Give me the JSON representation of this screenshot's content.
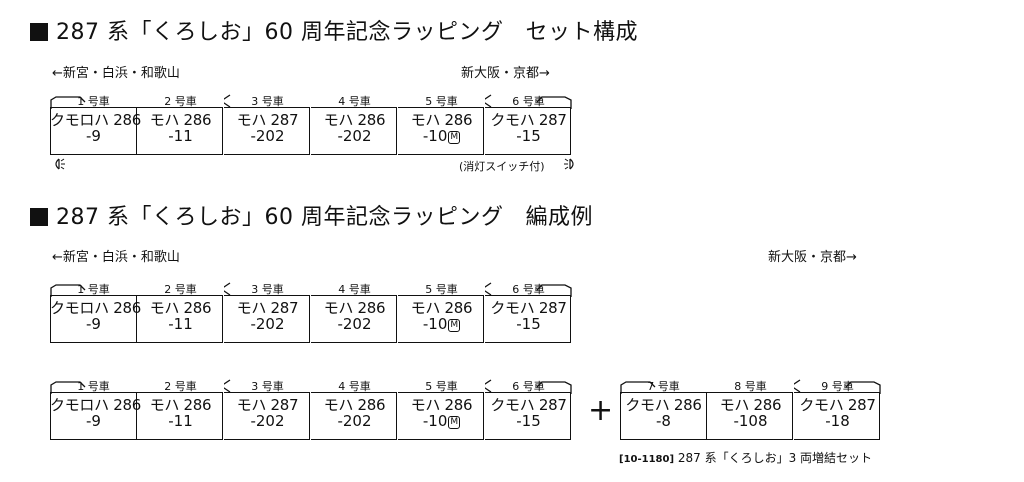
{
  "section1": {
    "title": "287 系「くろしお」60 周年記念ラッピング",
    "suffix": "セット構成",
    "dir_left": "←新宮・白浜・和歌山",
    "dir_right": "新大阪・京都→",
    "note": "(消灯スイッチ付)"
  },
  "section2": {
    "title": "287 系「くろしお」60 周年記念ラッピング",
    "suffix": "編成例",
    "dir_left": "←新宮・白浜・和歌山",
    "dir_right": "新大阪・京都→"
  },
  "train_main": [
    {
      "num": "1 号車",
      "model": "クモロハ 286",
      "sub": "-9",
      "motor": ""
    },
    {
      "num": "2 号車",
      "model": "モハ 286",
      "sub": "-11",
      "motor": ""
    },
    {
      "num": "3 号車",
      "model": "モハ 287",
      "sub": "-202",
      "motor": ""
    },
    {
      "num": "4 号車",
      "model": "モハ 286",
      "sub": "-202",
      "motor": ""
    },
    {
      "num": "5 号車",
      "model": "モハ 286",
      "sub": "-10",
      "motor": "M"
    },
    {
      "num": "6 号車",
      "model": "クモハ 287",
      "sub": "-15",
      "motor": ""
    }
  ],
  "train_add": [
    {
      "num": "7 号車",
      "model": "クモハ 286",
      "sub": "-8",
      "motor": ""
    },
    {
      "num": "8 号車",
      "model": "モハ 286",
      "sub": "-108",
      "motor": ""
    },
    {
      "num": "9 号車",
      "model": "クモハ 287",
      "sub": "-18",
      "motor": ""
    }
  ],
  "plus": "+",
  "caption": {
    "code": "[10-1180]",
    "text": "287 系「くろしお」3 両増結セット"
  }
}
